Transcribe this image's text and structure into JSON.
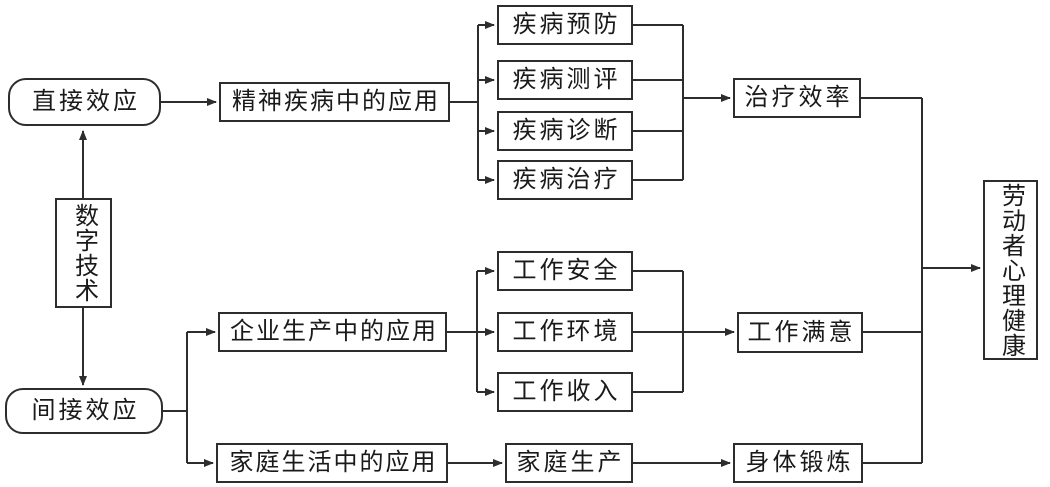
{
  "diagram": {
    "description": "Flowchart of digital technology effects on worker mental health",
    "colors": {
      "background": "#ffffff",
      "line": "#2d2d2d",
      "text": "#1a1a1a"
    },
    "nodes": {
      "digital_technology": {
        "label": "数字技术"
      },
      "direct_effect": {
        "label": "直接效应"
      },
      "indirect_effect": {
        "label": "间接效应"
      },
      "mental_illness_application": {
        "label": "精神疾病中的应用"
      },
      "disease_prevention": {
        "label": "疾病预防"
      },
      "disease_assessment": {
        "label": "疾病测评"
      },
      "disease_diagnosis": {
        "label": "疾病诊断"
      },
      "disease_treatment": {
        "label": "疾病治疗"
      },
      "treatment_efficiency": {
        "label": "治疗效率"
      },
      "enterprise_production_application": {
        "label": "企业生产中的应用"
      },
      "work_safety": {
        "label": "工作安全"
      },
      "work_environment": {
        "label": "工作环境"
      },
      "work_income": {
        "label": "工作收入"
      },
      "job_satisfaction": {
        "label": "工作满意"
      },
      "family_life_application": {
        "label": "家庭生活中的应用"
      },
      "family_production": {
        "label": "家庭生产"
      },
      "physical_exercise": {
        "label": "身体锻炼"
      },
      "worker_mental_health": {
        "label": "劳动者心理健康"
      }
    },
    "edges": [
      {
        "from": "数字技术",
        "to": "直接效应"
      },
      {
        "from": "数字技术",
        "to": "间接效应"
      },
      {
        "from": "直接效应",
        "to": "精神疾病中的应用"
      },
      {
        "from": "精神疾病中的应用",
        "to": "疾病预防"
      },
      {
        "from": "精神疾病中的应用",
        "to": "疾病测评"
      },
      {
        "from": "精神疾病中的应用",
        "to": "疾病诊断"
      },
      {
        "from": "精神疾病中的应用",
        "to": "疾病治疗"
      },
      {
        "from": "疾病预防",
        "to": "治疗效率"
      },
      {
        "from": "疾病测评",
        "to": "治疗效率"
      },
      {
        "from": "疾病诊断",
        "to": "治疗效率"
      },
      {
        "from": "疾病治疗",
        "to": "治疗效率"
      },
      {
        "from": "治疗效率",
        "to": "劳动者心理健康"
      },
      {
        "from": "间接效应",
        "to": "企业生产中的应用"
      },
      {
        "from": "间接效应",
        "to": "家庭生活中的应用"
      },
      {
        "from": "企业生产中的应用",
        "to": "工作安全"
      },
      {
        "from": "企业生产中的应用",
        "to": "工作环境"
      },
      {
        "from": "企业生产中的应用",
        "to": "工作收入"
      },
      {
        "from": "工作安全",
        "to": "工作满意"
      },
      {
        "from": "工作环境",
        "to": "工作满意"
      },
      {
        "from": "工作收入",
        "to": "工作满意"
      },
      {
        "from": "工作满意",
        "to": "劳动者心理健康"
      },
      {
        "from": "家庭生活中的应用",
        "to": "家庭生产"
      },
      {
        "from": "家庭生产",
        "to": "身体锻炼"
      },
      {
        "from": "身体锻炼",
        "to": "劳动者心理健康"
      }
    ]
  }
}
